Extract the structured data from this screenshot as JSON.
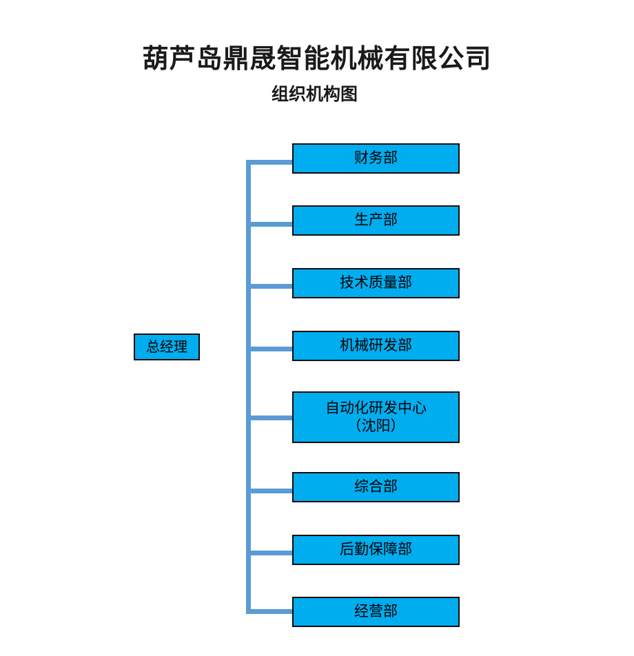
{
  "header": {
    "company_name": "葫芦岛鼎晟智能机械有限公司",
    "chart_title": "组织机构图"
  },
  "colors": {
    "box_fill": "#00adef",
    "box_border": "#140b0b",
    "connector_line": "#5b9bd5",
    "background": "#ffffff",
    "text": "#000000"
  },
  "root": {
    "label": "总经理"
  },
  "departments": [
    {
      "label": "财务部"
    },
    {
      "label": "生产部"
    },
    {
      "label": "技术质量部"
    },
    {
      "label": "机械研发部"
    },
    {
      "label": "自动化研发中心\n（沈阳）"
    },
    {
      "label": "综合部"
    },
    {
      "label": "后勤保障部"
    },
    {
      "label": "经营部"
    }
  ]
}
